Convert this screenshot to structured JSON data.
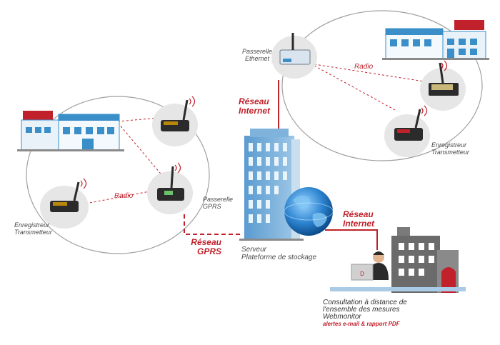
{
  "labels": {
    "gw_ethernet": [
      "Passerelle",
      "Ethernet"
    ],
    "gw_gprs": [
      "Passerelle",
      "GPRS"
    ],
    "logger_left": [
      "Enregistreur",
      "Transmetteur"
    ],
    "logger_right": [
      "Enregistreur",
      "Transmetteur"
    ],
    "radio_left": "Radio",
    "radio_right": "Radio",
    "net_internet_top": [
      "Réseau",
      "Internet"
    ],
    "net_internet_right": [
      "Réseau",
      "Internet"
    ],
    "net_gprs": [
      "Réseau",
      "GPRS"
    ],
    "server": [
      "Serveur",
      "Plateforme de stockage"
    ],
    "consult": [
      "Consultation à distance de",
      "l'ensemble des mesures",
      "Webmonitor"
    ],
    "alerts": "alertes e-mail & rapport PDF"
  },
  "colors": {
    "accent_red": "#c0212b",
    "orbit_gray": "#9a9a9a",
    "building_blue": "#3a8fc9",
    "building_light": "#dcecf7",
    "server_blue": "#2c78b8",
    "device_dark": "#2b2b2b"
  },
  "icons": [
    "globe-icon",
    "person-icon",
    "laptop-icon",
    "antenna-icon"
  ]
}
